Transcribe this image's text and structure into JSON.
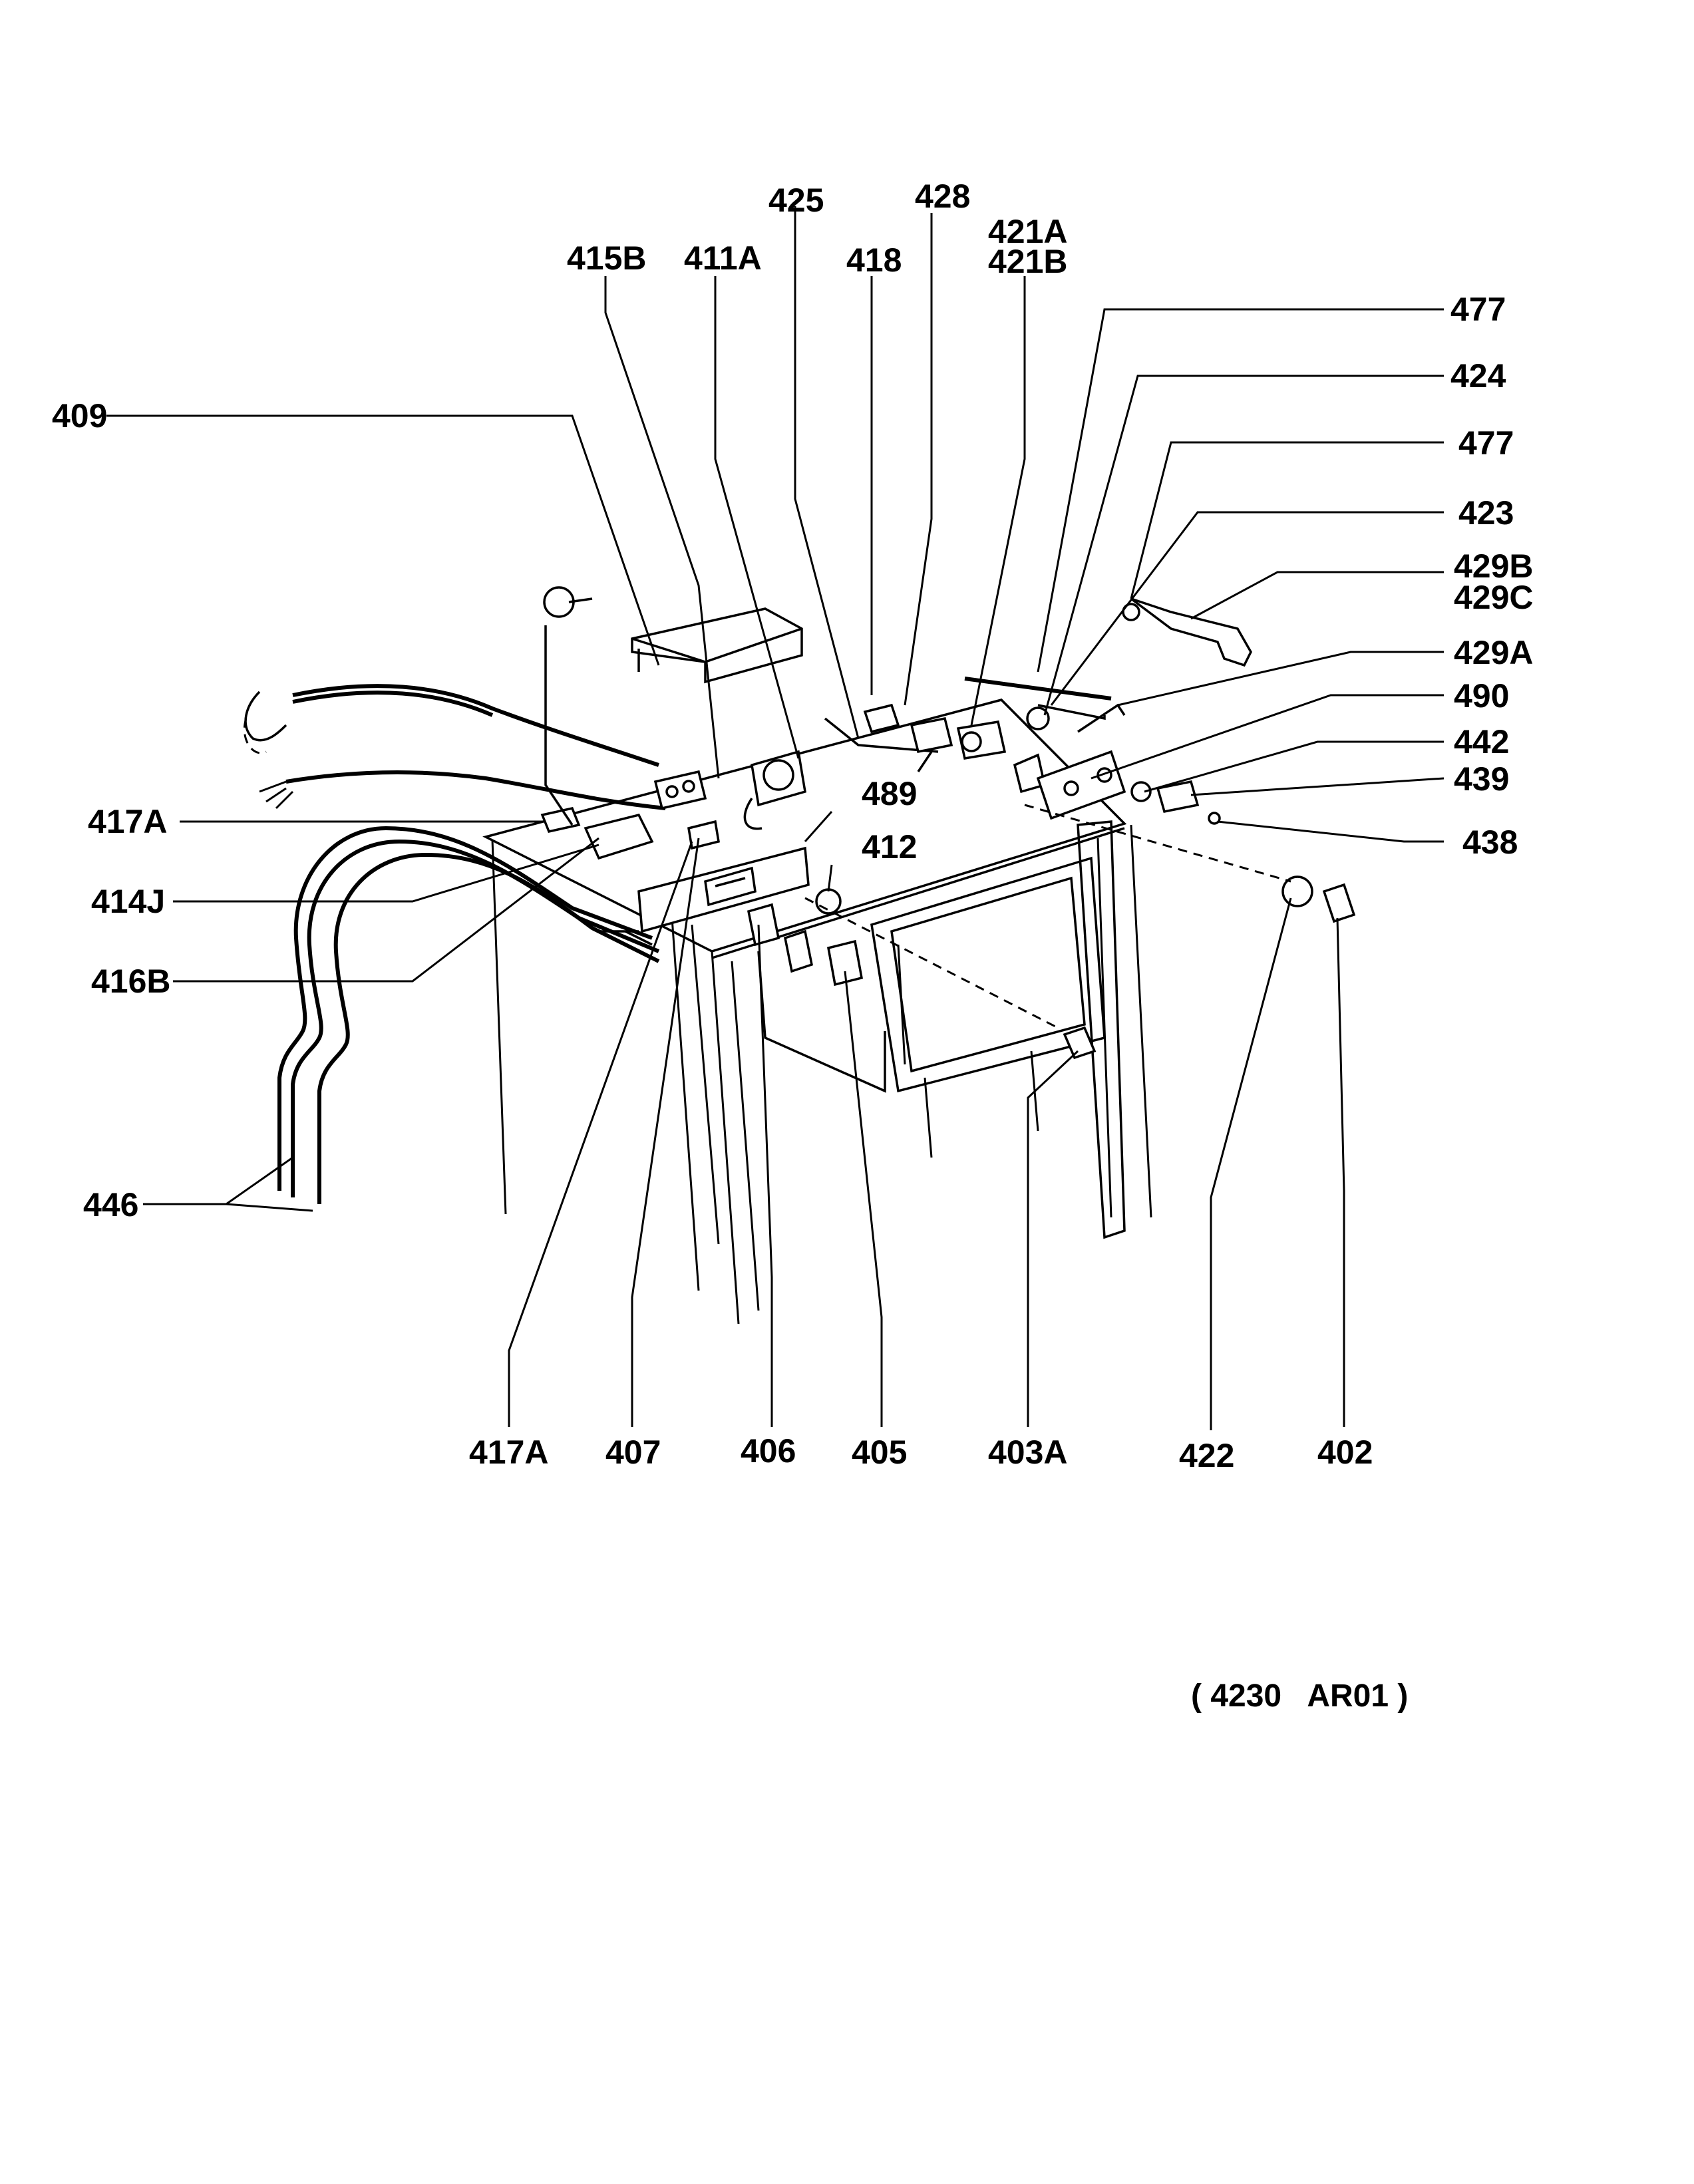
{
  "diagram": {
    "labels": [
      "425",
      "428",
      "421A",
      "421B",
      "415B",
      "411A",
      "418",
      "477",
      "424",
      "477",
      "409",
      "423",
      "429B",
      "429C",
      "429A",
      "490",
      "442",
      "439",
      "489",
      "438",
      "417A",
      "412",
      "414J",
      "416B",
      "446",
      "417A",
      "407",
      "406",
      "405",
      "403A",
      "422",
      "402"
    ],
    "reference_code": "( 4230   AR01 )"
  }
}
